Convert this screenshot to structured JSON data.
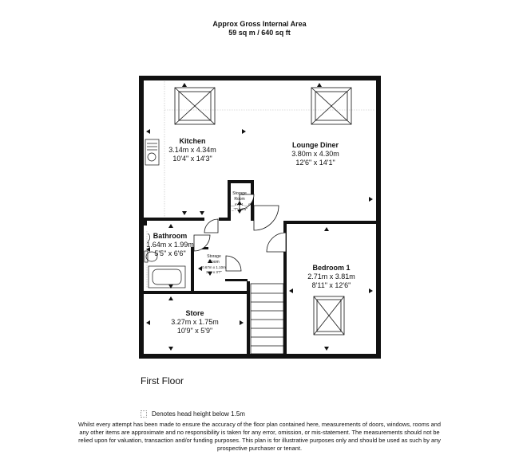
{
  "header": {
    "line1": "Approx Gross Internal Area",
    "line2": "59 sq m / 640 sq ft"
  },
  "rooms": {
    "kitchen": {
      "name": "Kitchen",
      "metric": "3.14m x 4.34m",
      "imperial": "10'4\" x 14'3\""
    },
    "lounge": {
      "name": "Lounge Diner",
      "metric": "3.80m x 4.30m",
      "imperial": "12'6\" x 14'1\""
    },
    "bathroom": {
      "name": "Bathroom",
      "metric": "1.64m x 1.99m",
      "imperial": "5'5\" x 6'6\""
    },
    "bedroom": {
      "name": "Bedroom 1",
      "metric": "2.71m x 3.81m",
      "imperial": "8'11\" x 12'6\""
    },
    "store": {
      "name": "Store",
      "metric": "3.27m x 1.75m",
      "imperial": "10'9\" x 5'9\""
    },
    "storage1": {
      "name1": "Storage",
      "name2": "Room",
      "metric": "0.__m x 1.__m",
      "imperial": "_'7\" x 3'5\""
    },
    "storage2": {
      "name1": "Storage",
      "name2": "Room",
      "metric": "0.67m x 1.10m",
      "imperial": "2'2\" x 3'7\""
    }
  },
  "floor_label": "First Floor",
  "legend_text": "Denotes head height below 1.5m",
  "disclaimer": [
    "Whilst every attempt has been made to ensure the accuracy of the floor plan contained here, measurements of doors, windows, rooms and",
    "any other items are approximate and no responsibility is taken for any error, omission, or mis-statement. The measurements should not be",
    "relied upon for valuation, transaction and/or funding purposes. This plan is for illustrative purposes only and should be used as such by any",
    "prospective purchaser or tenant."
  ]
}
